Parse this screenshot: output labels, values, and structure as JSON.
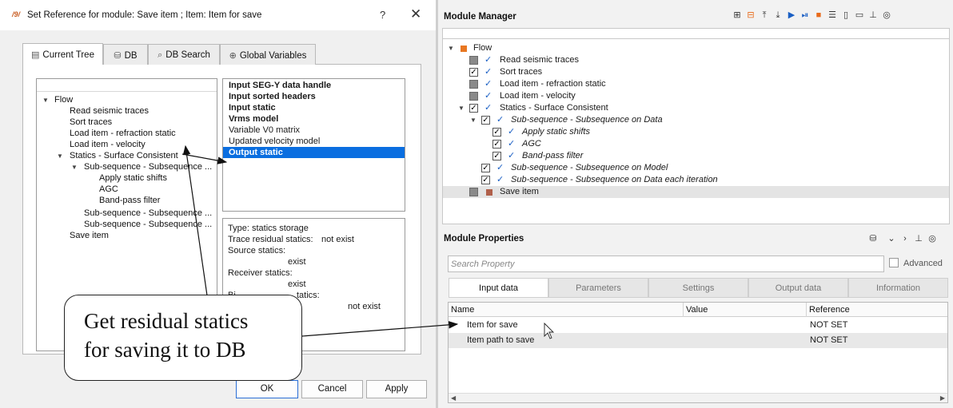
{
  "dialog": {
    "title": "Set Reference for module: Save item ; Item: Item for save",
    "app_icon": "/9/",
    "help": "?",
    "close": "✕",
    "tabs": [
      {
        "label": "Current Tree",
        "icon": "tree-icon"
      },
      {
        "label": "DB",
        "icon": "database-icon"
      },
      {
        "label": "DB Search",
        "icon": "search-icon"
      },
      {
        "label": "Global Variables",
        "icon": "globe-icon"
      }
    ],
    "tree": {
      "root": "Flow",
      "items": [
        "Read seismic traces",
        "Sort traces",
        "Load item - refraction static",
        "Load item - velocity",
        "Statics - Surface Consistent",
        "Sub-sequence - Subsequence ...",
        "Apply static shifts",
        "AGC",
        "Band-pass filter",
        "Sub-sequence - Subsequence ...",
        "Sub-sequence - Subsequence ...",
        "Save item"
      ]
    },
    "items_list": [
      "Input SEG-Y data handle",
      "Input sorted headers",
      "Input static",
      "Vrms model",
      "Variable V0 matrix",
      "Updated velocity model",
      "Output static"
    ],
    "info": {
      "type": "Type: statics storage",
      "trace_residual": "Trace residual statics:",
      "trace_residual_value": "not exist",
      "source": "Source statics:",
      "source_value": "exist",
      "receiver": "Receiver statics:",
      "receiver_value": "exist",
      "bin_fragment_a": "Bi",
      "bin_fragment_b": "tatics:",
      "bin_value": "not exist"
    },
    "buttons": {
      "ok": "OK",
      "cancel": "Cancel",
      "apply": "Apply"
    }
  },
  "callout": {
    "line1": "Get residual statics",
    "line2": "for saving it to DB"
  },
  "module_manager": {
    "title": "Module Manager",
    "flow": "Flow",
    "items": [
      "Read seismic traces",
      "Sort traces",
      "Load item - refraction static",
      "Load item - velocity",
      "Statics - Surface Consistent",
      "Sub-sequence - Subsequence on Data",
      "Apply static shifts",
      "AGC",
      "Band-pass filter",
      "Sub-sequence - Subsequence on Model",
      "Sub-sequence - Subsequence on Data each iteration",
      "Save item"
    ],
    "check_glyph": "✓"
  },
  "module_properties": {
    "title": "Module Properties",
    "search_placeholder": "Search Property",
    "advanced": "Advanced",
    "tabs": [
      "Input data",
      "Parameters",
      "Settings",
      "Output data",
      "Information"
    ],
    "columns": [
      "Name",
      "Value",
      "Reference"
    ],
    "rows": [
      {
        "name": "Item for save",
        "value": "",
        "reference": "NOT SET"
      },
      {
        "name": "Item path to save",
        "value": "",
        "reference": "NOT SET"
      }
    ]
  }
}
